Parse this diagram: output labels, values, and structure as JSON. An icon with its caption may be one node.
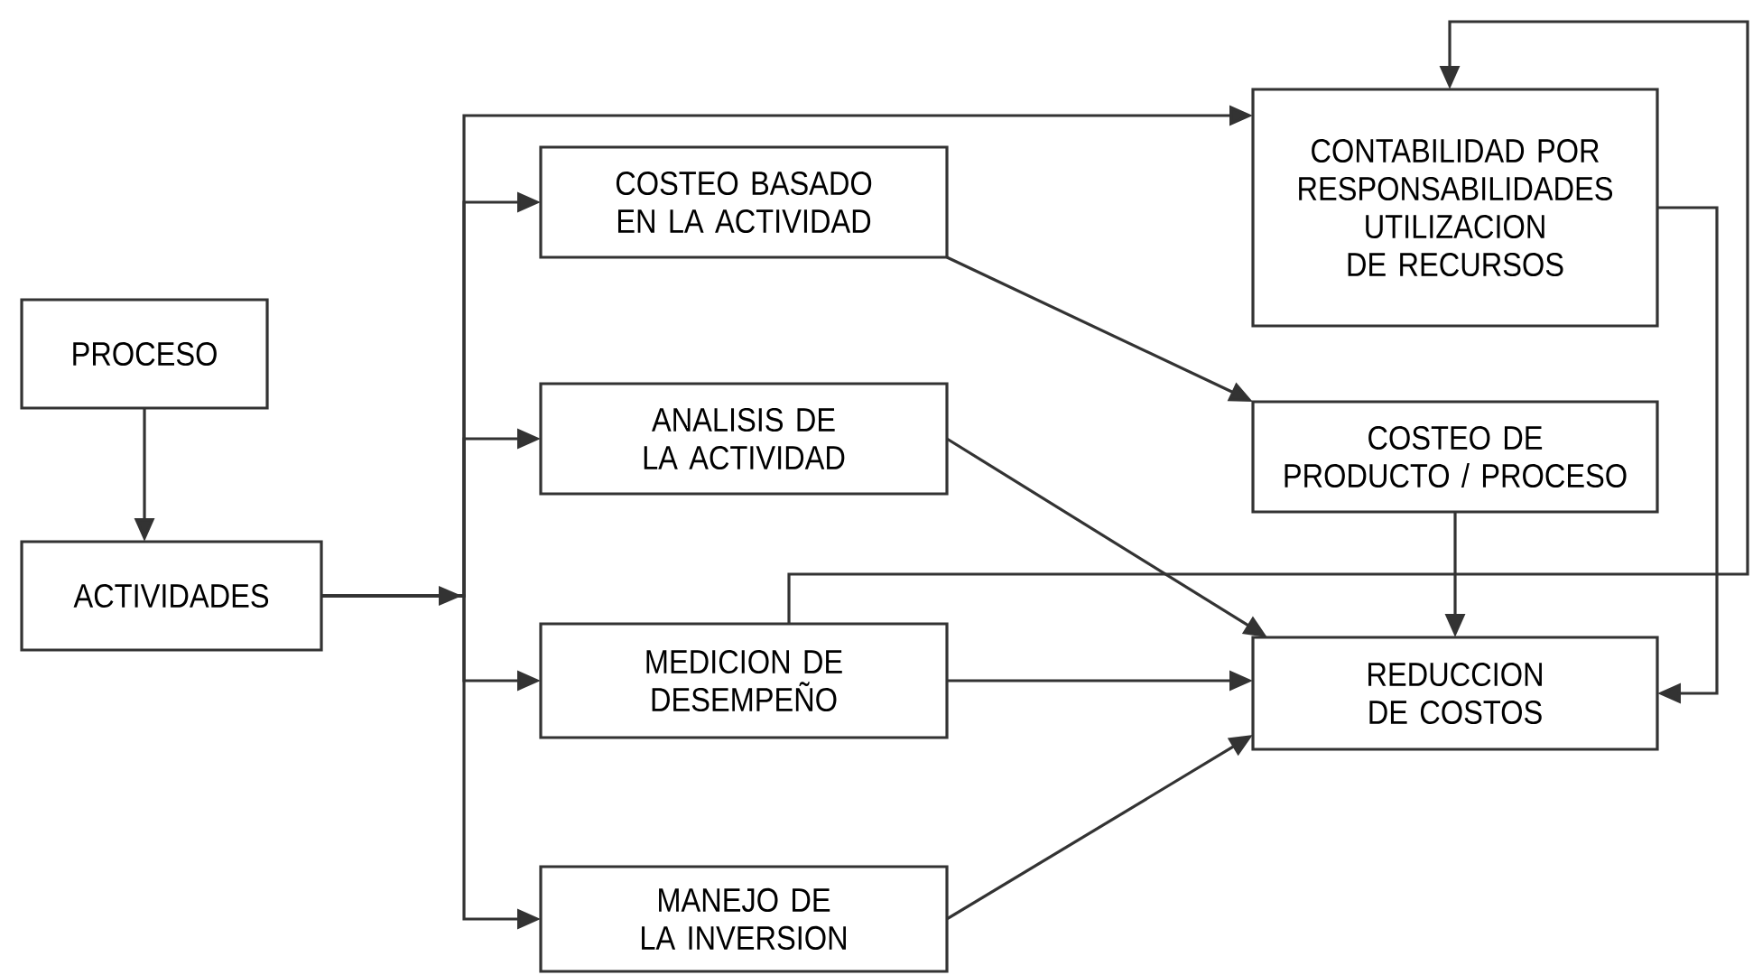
{
  "diagram": {
    "nodes": [
      {
        "text": [
          "PROCESO"
        ]
      },
      {
        "text": [
          "ACTIVIDADES"
        ]
      },
      {
        "text": [
          "COSTEO BASADO EN LA ACTIVIDAD"
        ]
      },
      {
        "text": [
          "ANALISIS DE LA ACTIVIDAD"
        ]
      },
      {
        "text": [
          "MEDICION DE DESEMPEÑO"
        ]
      },
      {
        "text": [
          "MANEJO DE LA INVERSION"
        ]
      },
      {
        "text": [
          "CONTABILIDAD POR RESPONSABILIDADES UTILIZACION DE RECURSOS"
        ]
      },
      {
        "text": [
          "COSTEO DE PRODUCTO / PROCESO"
        ]
      },
      {
        "text": [
          "REDUCCION DE COSTOS"
        ]
      }
    ],
    "edges": [
      {
        "from": 0,
        "to": 1,
        "arrow": "to"
      },
      {
        "from": 1,
        "to": 6,
        "arrow": "to"
      },
      {
        "from": 1,
        "to": 2,
        "arrow": "to"
      },
      {
        "from": 1,
        "to": 3,
        "arrow": "to"
      },
      {
        "from": 1,
        "to": 4,
        "arrow": "to"
      },
      {
        "from": 1,
        "to": 5,
        "arrow": "to"
      },
      {
        "from": 2,
        "to": 7,
        "arrow": "to"
      },
      {
        "from": 3,
        "to": 8,
        "arrow": "to"
      },
      {
        "from": 4,
        "to": 8,
        "arrow": "to"
      },
      {
        "from": 5,
        "to": 8,
        "arrow": "to"
      },
      {
        "from": 7,
        "to": 8,
        "arrow": "to"
      },
      {
        "from": 6,
        "to": 8,
        "arrow": "to"
      },
      {
        "from": 4,
        "to": 6,
        "arrow": "to"
      }
    ]
  }
}
